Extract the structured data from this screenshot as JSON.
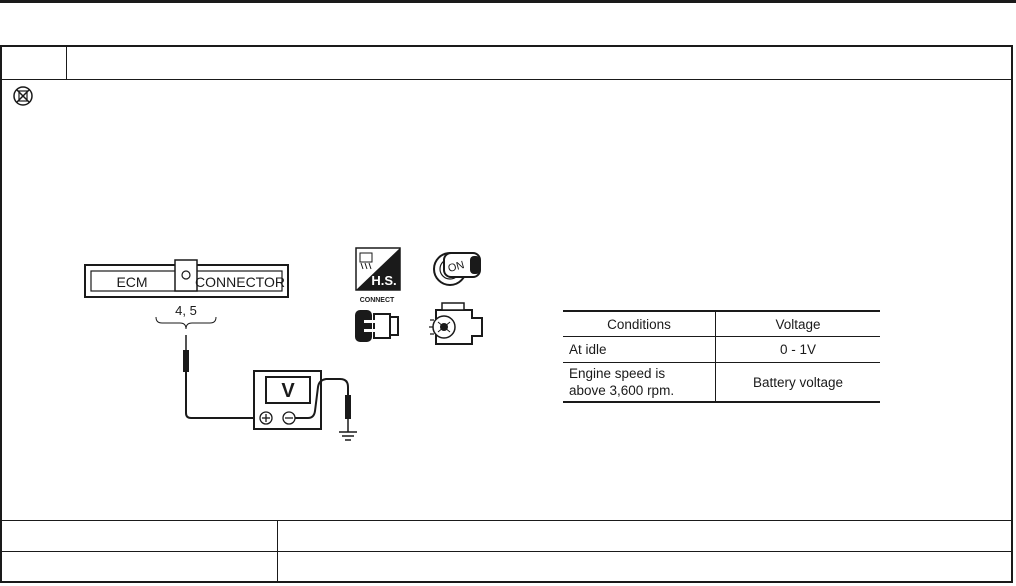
{
  "diagram": {
    "ecm_connector": {
      "left_label": "ECM",
      "right_label": "CONNECTOR",
      "terminals": "4, 5"
    },
    "voltmeter_label": "V",
    "connect_label": "CONNECT",
    "hs_label": "H.S.",
    "key_label": "ON"
  },
  "conditions_table": {
    "headers": [
      "Conditions",
      "Voltage"
    ],
    "rows": [
      {
        "condition": "At idle",
        "voltage": "0 - 1V"
      },
      {
        "condition_line1": "Engine speed is",
        "condition_line2": "above 3,600 rpm.",
        "voltage": "Battery voltage"
      }
    ]
  }
}
